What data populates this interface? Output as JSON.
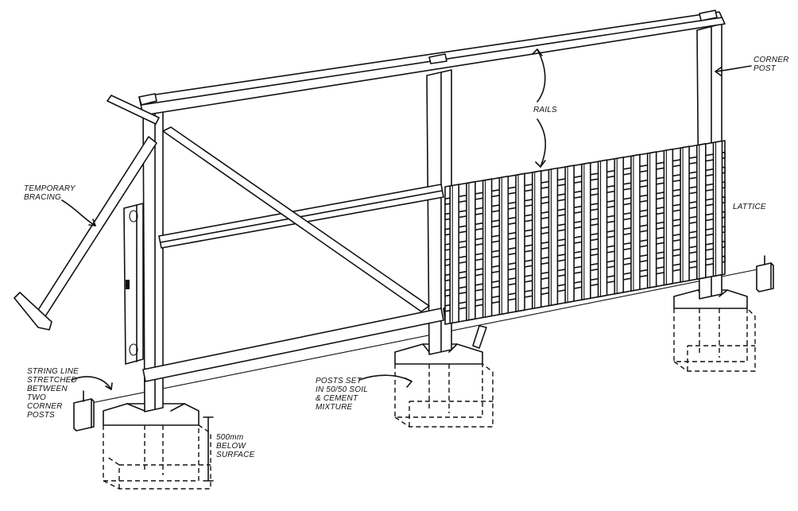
{
  "labels": {
    "corner_post": "CORNER\nPOST",
    "rails": "RAILS",
    "temporary_bracing": "TEMPORARY\nBRACING",
    "lattice": "LATTICE",
    "string_line": "STRING LINE\nSTRETCHED\nBETWEEN\nTWO\nCORNER\nPOSTS",
    "posts_set": "POSTS SET\nIN 50/50 SOIL\n& CEMENT\nMIXTURE",
    "depth": "500mm\nBELOW\nSURFACE"
  }
}
